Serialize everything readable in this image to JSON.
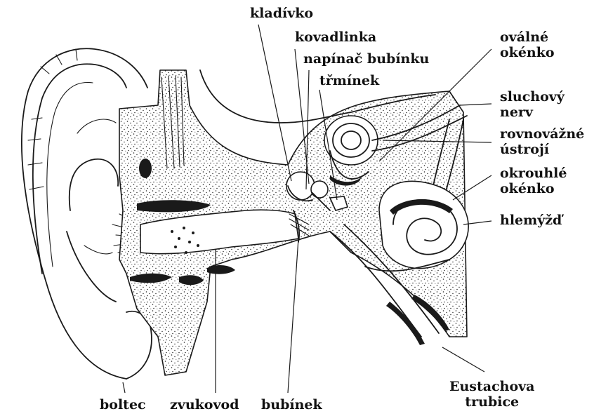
{
  "labels": {
    "kladivko": "kladívko",
    "kovadlinka": "kovadlinka",
    "napinac": "napínač bubínku",
    "trminek": "třmínek",
    "ovalne_1": "oválné",
    "ovalne_2": "okénko",
    "sluchovy_1": "sluchový",
    "sluchovy_2": "nerv",
    "rovnovazne_1": "rovnovážné",
    "rovnovazne_2": "ústrojí",
    "okrouhle_1": "okrouhlé",
    "okrouhle_2": "okénko",
    "hlemyzd": "hlemýžď",
    "eustachova_1": "Eustachova",
    "eustachova_2": "trubice",
    "boltec": "boltec",
    "zvukovod": "zvukovod",
    "bubinek": "bubínek"
  }
}
